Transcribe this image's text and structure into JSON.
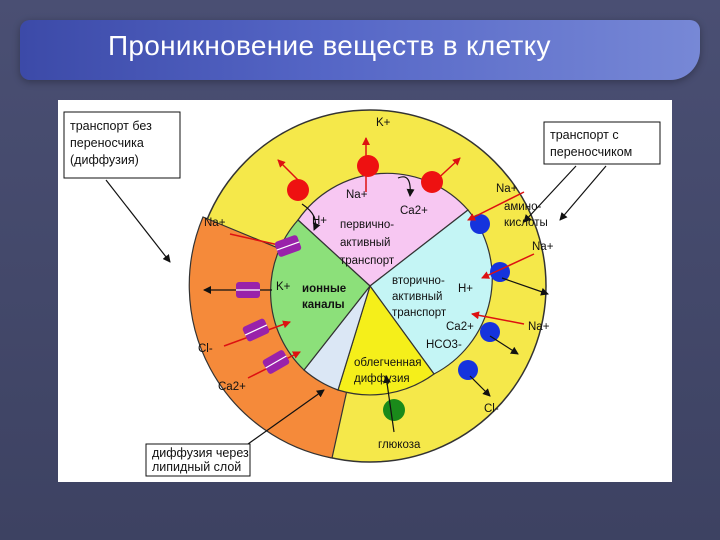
{
  "slide": {
    "title": "Проникновение веществ в клетку"
  },
  "diagram": {
    "boxes": {
      "no_carrier": [
        "транспорт без",
        "переносчика",
        "(диффузия)"
      ],
      "with_carrier": [
        "транспорт с",
        "переносчиком"
      ],
      "lipid": [
        "диффузия через",
        "липидный слой"
      ]
    },
    "sectors": {
      "primary_active": [
        "первично-",
        "активный",
        "транспорт"
      ],
      "secondary_active": [
        "вторично-",
        "активный",
        "транспорт"
      ],
      "ion_channels": [
        "ионные",
        "каналы"
      ],
      "facilitated": [
        "облегченная",
        "диффузия"
      ]
    },
    "ions": {
      "k_top": "K+",
      "na_top": "Na+",
      "ca_top": "Ca2+",
      "h_primary": "H+",
      "na_left": "Na+",
      "k_left": "K+",
      "cl_left": "Cl-",
      "ca_left": "Ca2+",
      "na_right1": "Na+",
      "amino_acids": [
        "амино-",
        "кислоты"
      ],
      "na_right2": "Na+",
      "h_right": "H+",
      "na_right3": "Na+",
      "ca_right": "Ca2+",
      "hco3": "HCO3-",
      "cl_right": "Cl-",
      "glucose": "глюкоза"
    },
    "colors": {
      "outer_ring": "#f5e84a",
      "orange_band": "#f58a3a",
      "primary_active": "#f7c7f2",
      "secondary_active": "#c4f5f5",
      "ion_channels": "#8ce07a",
      "facilitated": "#f5ef1a",
      "lipid_wedge": "#dbe7f5",
      "red_carrier": "#ee1111",
      "blue_carrier": "#1533dd",
      "green_carrier": "#1a8a1a",
      "channel": "#9922aa"
    }
  }
}
